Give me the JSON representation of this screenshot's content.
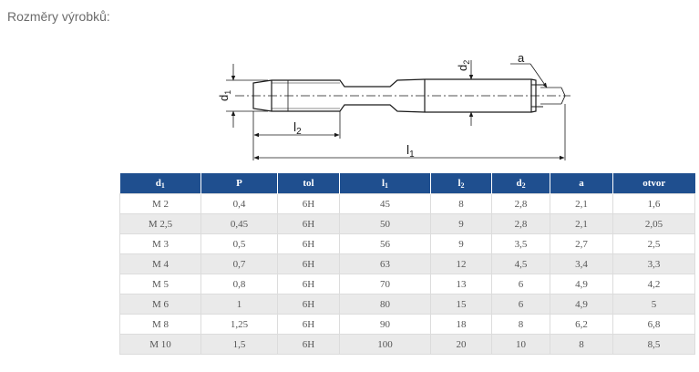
{
  "heading": "Rozměry výrobků:",
  "drawing": {
    "label_d1": "d",
    "label_d1_sub": "1",
    "label_d2": "d",
    "label_d2_sub": "2",
    "label_a": "a",
    "label_l1": "l",
    "label_l1_sub": "1",
    "label_l2": "l",
    "label_l2_sub": "2"
  },
  "table": {
    "headers": [
      {
        "main": "d",
        "sub": "1"
      },
      {
        "main": "P",
        "sub": ""
      },
      {
        "main": "tol",
        "sub": ""
      },
      {
        "main": "l",
        "sub": "1"
      },
      {
        "main": "l",
        "sub": "2"
      },
      {
        "main": "d",
        "sub": "2"
      },
      {
        "main": "a",
        "sub": ""
      },
      {
        "main": "otvor",
        "sub": ""
      }
    ],
    "rows": [
      [
        "M 2",
        "0,4",
        "6H",
        "45",
        "8",
        "2,8",
        "2,1",
        "1,6"
      ],
      [
        "M 2,5",
        "0,45",
        "6H",
        "50",
        "9",
        "2,8",
        "2,1",
        "2,05"
      ],
      [
        "M 3",
        "0,5",
        "6H",
        "56",
        "9",
        "3,5",
        "2,7",
        "2,5"
      ],
      [
        "M 4",
        "0,7",
        "6H",
        "63",
        "12",
        "4,5",
        "3,4",
        "3,3"
      ],
      [
        "M 5",
        "0,8",
        "6H",
        "70",
        "13",
        "6",
        "4,9",
        "4,2"
      ],
      [
        "M 6",
        "1",
        "6H",
        "80",
        "15",
        "6",
        "4,9",
        "5"
      ],
      [
        "M 8",
        "1,25",
        "6H",
        "90",
        "18",
        "8",
        "6,2",
        "6,8"
      ],
      [
        "M 10",
        "1,5",
        "6H",
        "100",
        "20",
        "10",
        "8",
        "8,5"
      ]
    ]
  },
  "colors": {
    "header_bg": "#1f4f8f",
    "row_alt_bg": "#eaeaea",
    "line": "#1a1a1a",
    "accent": "#1f4f8f"
  }
}
